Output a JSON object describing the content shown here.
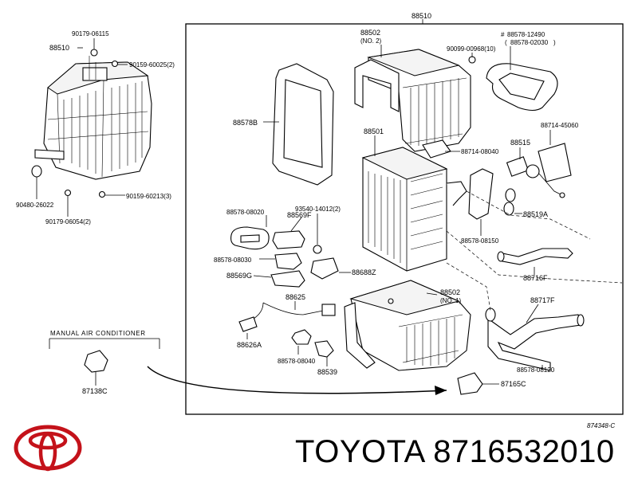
{
  "brand": {
    "name": "TOYOTA",
    "part_number": "8716532010",
    "logo_color": "#c4121a"
  },
  "diagram_ref": "874348-C",
  "section_title": "MANUAL AIR CONDITIONER",
  "labels": {
    "l_88510_top": "88510",
    "l_88510_left": "88510",
    "l_90179_06115": "90179-06115",
    "l_90159_60025": "90159-60025(2)",
    "l_90480_26022": "90480-26022",
    "l_90159_60213": "90159-60213(3)",
    "l_90179_06054": "90179-06054(2)",
    "l_88502_no2": "88502",
    "l_no2": "(NO. 2)",
    "l_90099_00968": "90099-00968(10)",
    "l_88578_12490": "88578-12490",
    "l_88578_02030": "88578-02030",
    "l_88578B": "88578B",
    "l_88501": "88501",
    "l_88714_08040": "88714-08040",
    "l_88714_45060": "88714-45060",
    "l_88515": "88515",
    "l_88578_08020": "88578-08020",
    "l_93540_14012": "93540-14012(2)",
    "l_88569F": "88569F",
    "l_88519A": "88519A",
    "l_88578_08030": "88578-08030",
    "l_88578_08150": "88578-08150",
    "l_88569G": "88569G",
    "l_88688Z": "88688Z",
    "l_88716F": "88716F",
    "l_88625": "88625",
    "l_88502_no1": "88502",
    "l_no1": "(NO. 1)",
    "l_88717F": "88717F",
    "l_88626A": "88626A",
    "l_88578_08040": "88578-08040",
    "l_88539": "88539",
    "l_88578_08120": "88578-08120",
    "l_87165C": "87165C",
    "l_87138C": "87138C"
  }
}
